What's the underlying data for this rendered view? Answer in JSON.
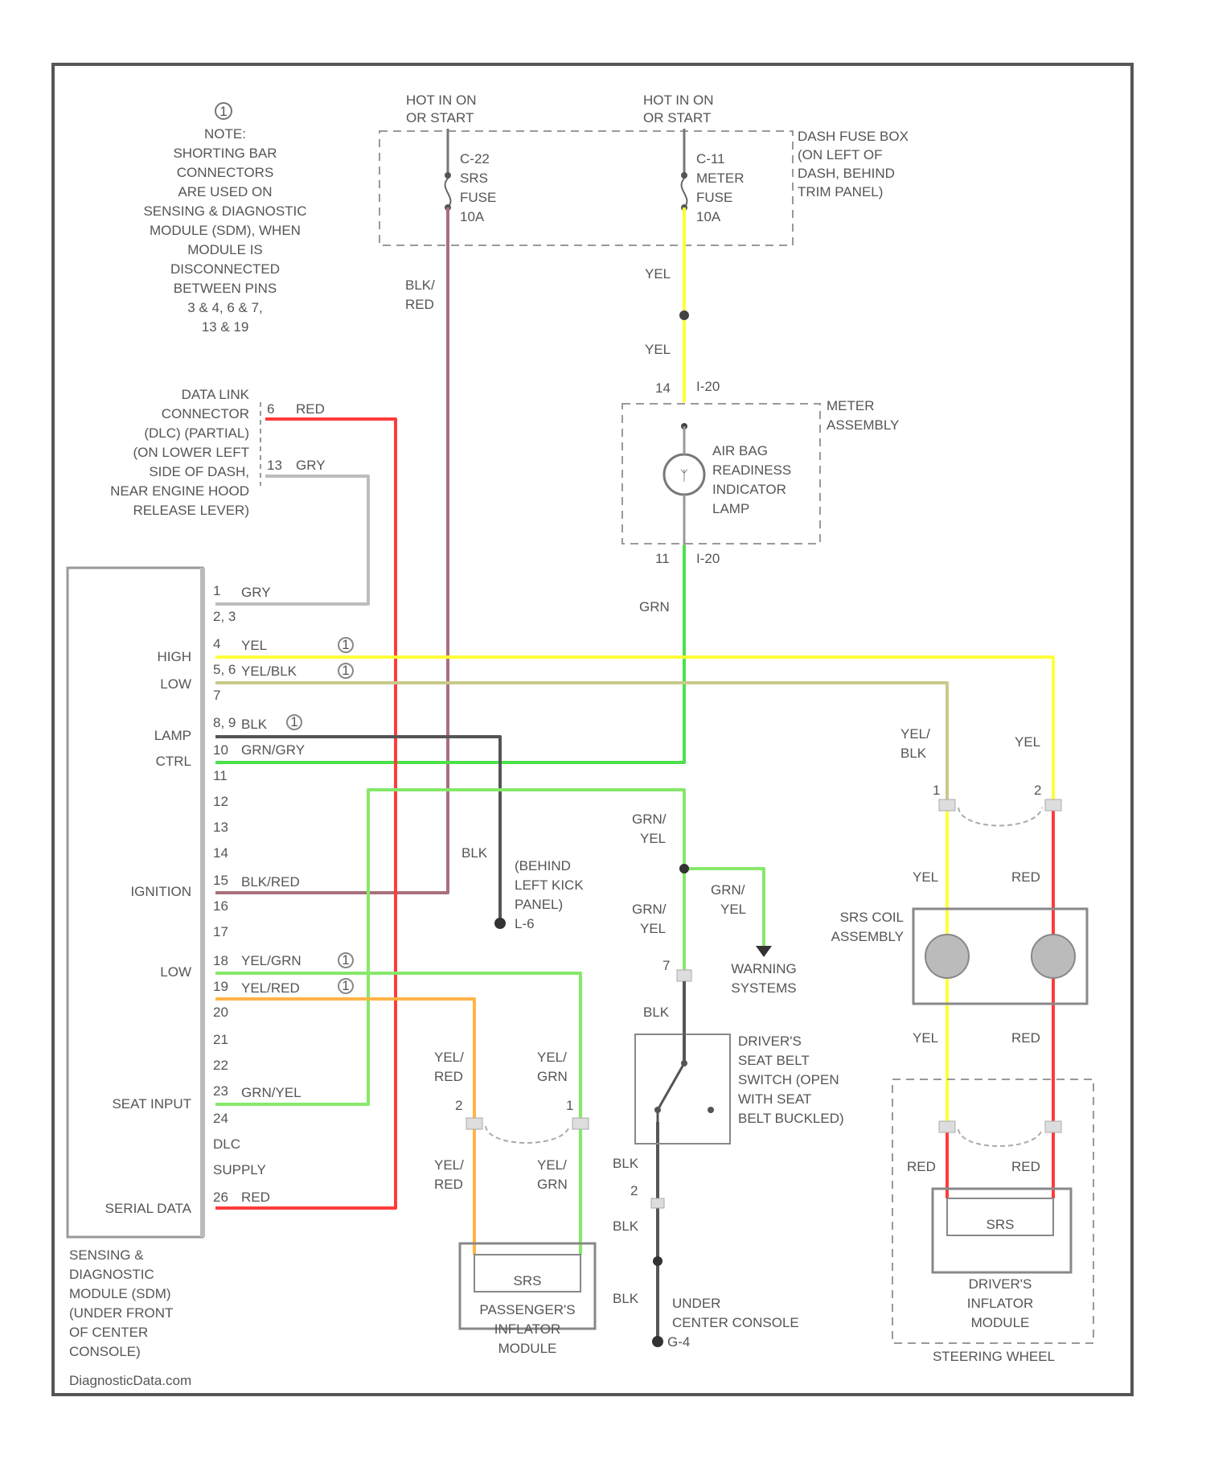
{
  "colors": {
    "red": "#ff3b3b",
    "yellow": "#ffff3a",
    "yel_blk": "#c9c98a",
    "green": "#4ce14c",
    "grn_yel": "#86e86a",
    "orange_yel": "#ffb347",
    "blk": "#555555",
    "blk_red": "#a8707a",
    "gry": "#bdbdbd",
    "frame": "#555555"
  },
  "note": {
    "marker": "1",
    "lines": [
      "NOTE:",
      "SHORTING BAR",
      "CONNECTORS",
      "ARE USED ON",
      "SENSING & DIAGNOSTIC",
      "MODULE (SDM), WHEN",
      "MODULE IS",
      "DISCONNECTED",
      "BETWEEN PINS",
      "3 & 4, 6 & 7,",
      "13 & 19"
    ]
  },
  "power": {
    "left_hot": [
      "HOT IN ON",
      "OR START"
    ],
    "right_hot": [
      "HOT IN ON",
      "OR START"
    ],
    "fuse_left": [
      "C-22",
      "SRS",
      "FUSE",
      "10A"
    ],
    "fuse_right": [
      "C-11",
      "METER",
      "FUSE",
      "10A"
    ],
    "fuse_box": [
      "DASH FUSE BOX",
      "(ON LEFT OF",
      "DASH, BEHIND",
      "TRIM PANEL)"
    ]
  },
  "wire_labels": {
    "blk_red_left": [
      "BLK/",
      "RED"
    ],
    "yel_top": "YEL",
    "yel_mid": "YEL",
    "pin14": "14",
    "conn_c20_top": "I-20",
    "pin11": "11",
    "conn_c20_bot": "I-20",
    "grn_meter": "GRN",
    "dlc_pin_a": "6",
    "dlc_red": "RED",
    "dlc_pin_b": "13",
    "dlc_gry": "GRY",
    "yel_blk_right": [
      "YEL/",
      "BLK"
    ],
    "yel_right": "YEL",
    "coil_pin1": "1",
    "coil_pin2": "2",
    "coil_yel": "YEL",
    "coil_red": "RED",
    "coil_yel_bot": "YEL",
    "coil_red_bot": "RED",
    "drv_red_l": "RED",
    "drv_red_r": "RED",
    "grn_yel_a": [
      "GRN/",
      "YEL"
    ],
    "grn_yel_b": [
      "GRN/",
      "YEL"
    ],
    "grn_yel_c": [
      "GRN/",
      "YEL"
    ],
    "grn_yel_d": [
      "GRN/",
      "YEL"
    ],
    "blk_mid": "BLK",
    "pin7": "7",
    "blk_sw": "BLK",
    "blk_sw2": "BLK",
    "pin2": "2",
    "blk_low": "BLK",
    "blk_low2": "BLK",
    "blk_kick": "BLK",
    "pass_yel_red": [
      "YEL/",
      "RED"
    ],
    "pass_yel_grn": [
      "YEL/",
      "GRN"
    ],
    "pass_pin2": "2",
    "pass_pin1": "1",
    "pass_yel_red_b": [
      "YEL/",
      "RED"
    ],
    "pass_yel_grn_b": [
      "YEL/",
      "GRN"
    ]
  },
  "meter": {
    "label": [
      "METER",
      "ASSEMBLY"
    ],
    "lamp": [
      "AIR BAG",
      "READINESS",
      "INDICATOR",
      "LAMP"
    ]
  },
  "dlc": [
    "DATA LINK",
    "CONNECTOR",
    "(DLC) (PARTIAL)",
    "(ON LOWER LEFT",
    "SIDE OF DASH,",
    "NEAR ENGINE HOOD",
    "RELEASE LEVER)"
  ],
  "sdm": {
    "pins": [
      "1",
      "2, 3",
      "4",
      "5, 6",
      "7",
      "8, 9",
      "10",
      "11",
      "12",
      "13",
      "14",
      "15",
      "16",
      "17",
      "18",
      "19",
      "20",
      "21",
      "22",
      "23",
      "24",
      "DLC",
      "SUPPLY",
      "26"
    ],
    "pin_wires": {
      "p1": "GRY",
      "p4": "YEL",
      "p5": "YEL/BLK",
      "p8": "BLK",
      "p10": "GRN/GRY",
      "p15": "BLK/RED",
      "p18": "YEL/GRN",
      "p19": "YEL/RED",
      "p23": "GRN/YEL",
      "p26": "RED"
    },
    "side_labels": [
      "HIGH",
      "LOW",
      "LAMP",
      "CTRL",
      "IGNITION",
      "LOW",
      "SEAT INPUT",
      "SERIAL DATA"
    ],
    "markers": [
      "1",
      "1",
      "1",
      "1",
      "1"
    ],
    "caption": [
      "SENSING &",
      "DIAGNOSTIC",
      "MODULE (SDM)",
      "(UNDER FRONT",
      "OF CENTER",
      "CONSOLE)"
    ]
  },
  "ground_kick": [
    "(BEHIND",
    "LEFT KICK",
    "PANEL)"
  ],
  "ground_kick_id": "L-6",
  "warning": [
    "WARNING",
    "SYSTEMS"
  ],
  "seat_switch": [
    "DRIVER'S",
    "SEAT BELT",
    "SWITCH (OPEN",
    "WITH SEAT",
    "BELT BUCKLED)"
  ],
  "ground_console": [
    "UNDER",
    "CENTER CONSOLE"
  ],
  "ground_console_id": "G-4",
  "coil": [
    "SRS COIL",
    "ASSEMBLY"
  ],
  "drv_inflator": [
    "DRIVER'S",
    "INFLATOR",
    "MODULE"
  ],
  "steering": "STEERING WHEEL",
  "pass_inflator": [
    "PASSENGER'S",
    "INFLATOR",
    "MODULE"
  ],
  "inflator_mark": "SRS",
  "watermark": "DiagnosticData.com"
}
